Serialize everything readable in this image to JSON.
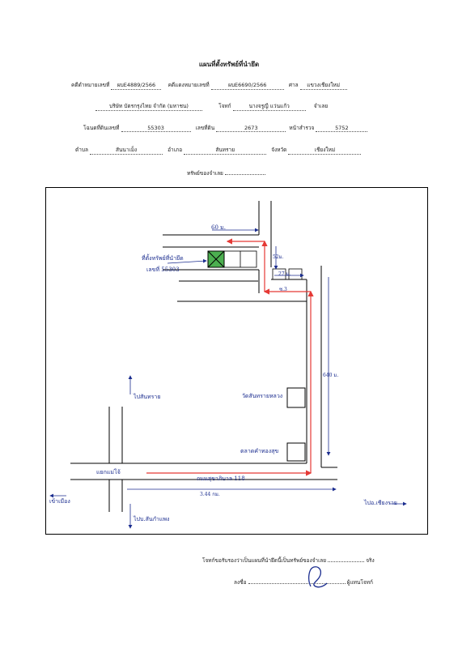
{
  "title": "แผนที่ตั้งทรัพย์ที่นำยึด",
  "case": {
    "black_case_label": "คดีดำหมายเลขที่",
    "black_case_value": "ผบE4889/2566",
    "red_case_label": "คดีแดงหมายเลขที่",
    "red_case_value": "ผบE6690/2566",
    "court_label": "ศาล",
    "court_value": "แขวงเชียงใหม่"
  },
  "parties": {
    "plaintiff_value": "บริษัท บัตรกรุงไทย จำกัด (มหาชน)",
    "plaintiff_label": "โจทก์",
    "defendant_value": "นางจรูญี แว่นแก้ว",
    "defendant_label": "จำเลย"
  },
  "deed": {
    "deed_label": "โฉนดที่ดินเลขที่",
    "deed_value": "55303",
    "land_no_label": "เลขที่ดิน",
    "land_no_value": "2673",
    "survey_label": "หน้าสำรวจ",
    "survey_value": "5752"
  },
  "location": {
    "subdistrict_label": "ตำบล",
    "subdistrict_value": "สันนาเม็ง",
    "district_label": "อำเภอ",
    "district_value": "สันทราย",
    "province_label": "จังหวัด",
    "province_value": "เชียงใหม่"
  },
  "property_owner_label": "ทรัพย์ของจำเลย",
  "map": {
    "dist_top": "60 ม.",
    "dist_52": "52ม.",
    "dist_27": "27 ม.",
    "dist_3": "ซ.3",
    "dist_640": "640 ม.",
    "dist_344": "3.44 กม.",
    "land_label_1": "ที่ตั้งทรัพย์ที่นำยึด",
    "land_label_2": "เลขที่ 55303",
    "temple": "วัดสันทรายหลวง",
    "market": "ตลาดคำทองสุข",
    "intersection": "แยกแม่โจ้",
    "road": "ถนนสุขาภิบาล 118",
    "to_north": "ไปสันทราย",
    "to_left": "เข้าเมือง",
    "to_south": "ไปบ.สันกำแพง",
    "to_right": "ไปอ.เชียงราย",
    "line_color": "#1b2d8f",
    "route_color": "#e53935",
    "land_color": "#4caf50"
  },
  "footer": {
    "certify_text": "โจทก์ขอรับรองว่าเป็นแผนที่นำยึดนี้เป็นทรัพย์ของจำเลย",
    "true_text": "จริง",
    "sign_label": "ลงชื่อ",
    "sign_role": "ผู้แทนโจทก์"
  }
}
